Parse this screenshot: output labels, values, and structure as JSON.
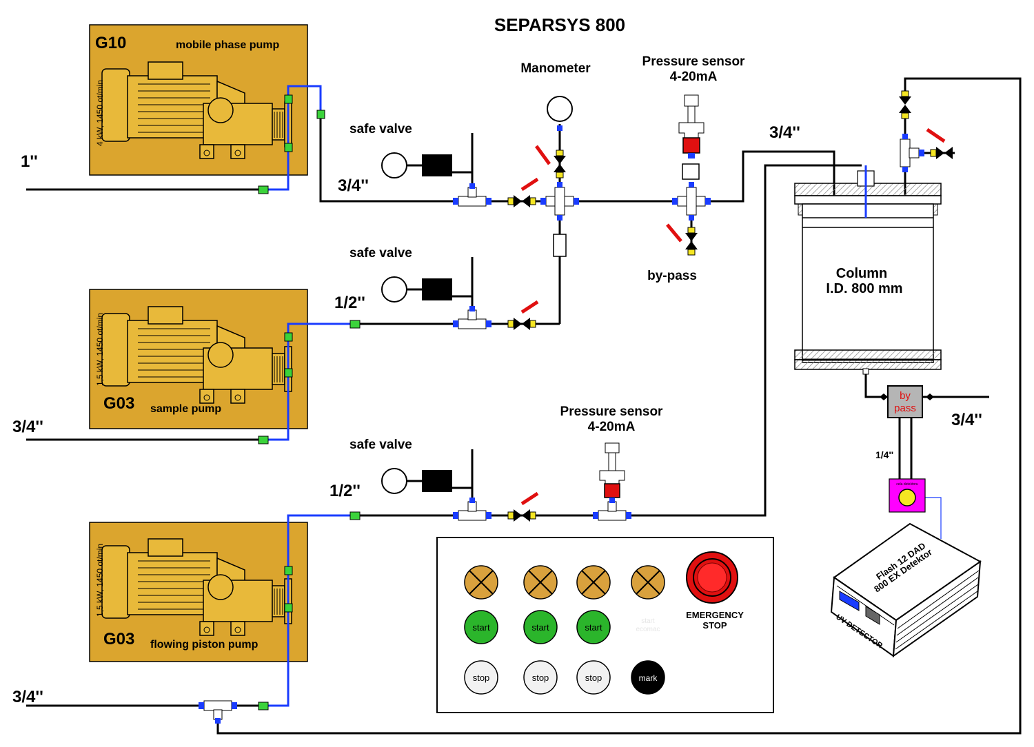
{
  "title": "SEPARSYS 800",
  "pumps": {
    "g10": {
      "code": "G10",
      "name": "mobile phase pump",
      "spec": "4 kW, 1450 ot/min"
    },
    "g03_sample": {
      "code": "G03",
      "name": "sample pump",
      "spec": "1,5 kW, 1450 ot/min"
    },
    "g03_piston": {
      "code": "G03",
      "name": "flowing piston pump",
      "spec": "1,5 kW, 1450 ot/min"
    }
  },
  "pipe_sizes": {
    "inlet_top": "1''",
    "inlet_mid": "3/4''",
    "inlet_bottom": "3/4''",
    "main_line": "3/4''",
    "sample_line": "1/2''",
    "piston_line": "1/2''",
    "column_inlet": "3/4''",
    "column_outlet": "3/4''",
    "detector_line": "1/4''"
  },
  "labels": {
    "safe_valve_1": "safe valve",
    "safe_valve_2": "safe valve",
    "safe_valve_3": "safe valve",
    "manometer": "Manometer",
    "pressure_sensor_1_line1": "Pressure sensor",
    "pressure_sensor_1_line2": "4-20mA",
    "pressure_sensor_2_line1": "Pressure sensor",
    "pressure_sensor_2_line2": "4-20mA",
    "bypass": "by-pass",
    "column_line1": "Column",
    "column_line2": "I.D. 800 mm",
    "bypass_box_line1": "by",
    "bypass_box_line2": "pass",
    "cell_label": "cela detektoru",
    "detector_line1": "Flash 12 DAD",
    "detector_line2": "800 EX Detektor",
    "detector_front": "UV DETECTOR"
  },
  "panel": {
    "start_labels": [
      "start",
      "start",
      "start"
    ],
    "start_faded": "start",
    "start_faded_sub": "ecomac",
    "stop_labels": [
      "stop",
      "stop",
      "stop"
    ],
    "mark": "mark",
    "emergency_line1": "EMERGENCY",
    "emergency_line2": "STOP"
  },
  "colors": {
    "pump_box": "#dba52e",
    "pump_body": "#e8b93a",
    "blue_pipe": "#1a3cff",
    "start_green": "#2bb52b",
    "lamp_amber": "#d9a13d",
    "emergency_red": "#e01010",
    "bypass_box": "#b5b5b5",
    "bypass_text": "#e01010",
    "cell_magenta": "#ff00ff",
    "sensor_red": "#e01010"
  },
  "icons": [
    "lamp-x-icon",
    "emergency-stop-icon",
    "valve-icon",
    "manometer-icon"
  ]
}
